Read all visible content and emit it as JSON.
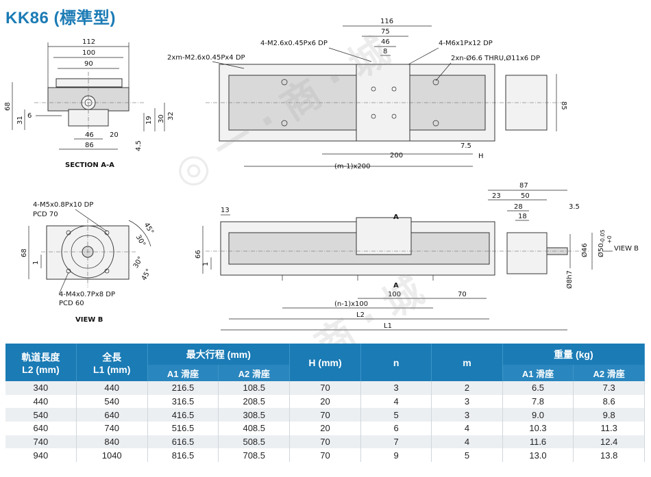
{
  "title": "KK86 (標準型)",
  "section_a": {
    "label": "SECTION A-A",
    "dims": {
      "w112": "112",
      "w100": "100",
      "w90": "90",
      "h68": "68",
      "h31": "31",
      "w6": "6",
      "w46": "46",
      "w20": "20",
      "w86": "86",
      "h19": "19",
      "h30": "30",
      "h32": "32",
      "h45": "4.5"
    }
  },
  "view_b": {
    "label": "VIEW B",
    "notes": {
      "top": "4-M5x0.8Px10 DP",
      "top2": "PCD 70",
      "bottom": "4-M4x0.7Px8 DP",
      "bottom2": "PCD 60"
    },
    "dims": {
      "h68": "68",
      "h1": "1",
      "a45a": "45°",
      "a30a": "30°",
      "a30b": "30°",
      "a45b": "45°"
    }
  },
  "top_view": {
    "notes": {
      "n1": "2xm-M2.6x0.45Px4 DP",
      "n2": "4-M2.6x0.45Px6 DP",
      "n3": "4-M6x1Px12 DP",
      "n4": "2xn-Ø6.6 THRU,Ø11x6 DP"
    },
    "dims": {
      "w116": "116",
      "w75": "75",
      "w46": "46",
      "w8": "8",
      "h85": "85",
      "w75b": "7.5",
      "w200": "200",
      "H": "H",
      "m200": "(m-1)x200"
    }
  },
  "front_view": {
    "dims": {
      "w13": "13",
      "h66": "66",
      "h1": "1",
      "a_top": "A",
      "a_bot": "A",
      "w100": "100",
      "w70": "70",
      "n100": "(n-1)x100",
      "L2": "L2",
      "L1": "L1",
      "w87": "87",
      "w23": "23",
      "w50": "50",
      "w28": "28",
      "w18": "18",
      "w35": "3.5",
      "d46": "Ø46",
      "d50": "Ø50",
      "tol_up": "-0.05",
      "tol_lo": "+0",
      "d8": "Ø8h7",
      "viewb": "VIEW B"
    }
  },
  "table": {
    "headers": {
      "l2": "軌道長度",
      "l2u": "L2 (mm)",
      "l1": "全長",
      "l1u": "L1 (mm)",
      "stroke": "最大行程 (mm)",
      "a1": "A1 滑座",
      "a2": "A2 滑座",
      "h": "H (mm)",
      "n": "n",
      "m": "m",
      "weight": "重量 (kg)",
      "wa1": "A1 滑座",
      "wa2": "A2 滑座"
    },
    "rows": [
      [
        "340",
        "440",
        "216.5",
        "108.5",
        "70",
        "3",
        "2",
        "6.5",
        "7.3"
      ],
      [
        "440",
        "540",
        "316.5",
        "208.5",
        "20",
        "4",
        "3",
        "7.8",
        "8.6"
      ],
      [
        "540",
        "640",
        "416.5",
        "308.5",
        "70",
        "5",
        "3",
        "9.0",
        "9.8"
      ],
      [
        "640",
        "740",
        "516.5",
        "408.5",
        "20",
        "6",
        "4",
        "10.3",
        "11.3"
      ],
      [
        "740",
        "840",
        "616.5",
        "508.5",
        "70",
        "7",
        "4",
        "11.6",
        "12.4"
      ],
      [
        "940",
        "1040",
        "816.5",
        "708.5",
        "70",
        "9",
        "5",
        "13.0",
        "13.8"
      ]
    ]
  }
}
